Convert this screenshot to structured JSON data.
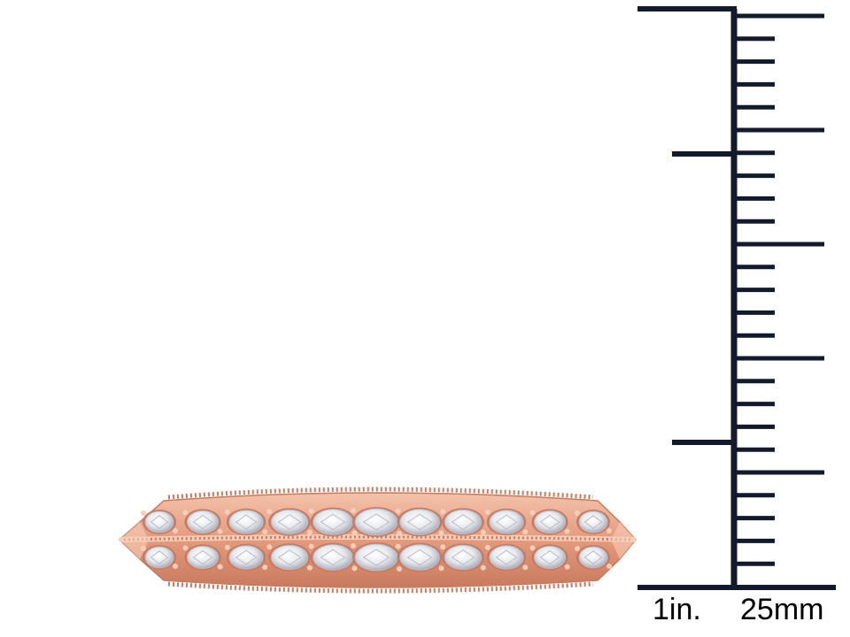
{
  "ruler": {
    "inch_label": "1in.",
    "mm_label": "25mm",
    "inch_major_ticks": 3,
    "mm_ticks_total": 26,
    "color": "#121a2c"
  },
  "ring": {
    "description_colors": {
      "metal": "#e6a184",
      "metal_dark": "#c77a5f",
      "metal_light": "#f6cdb8",
      "diamond": "#f4f4f6",
      "diamond_shadow": "#b9bcc6"
    },
    "stone_rows": 2,
    "stones_per_row": 11
  }
}
